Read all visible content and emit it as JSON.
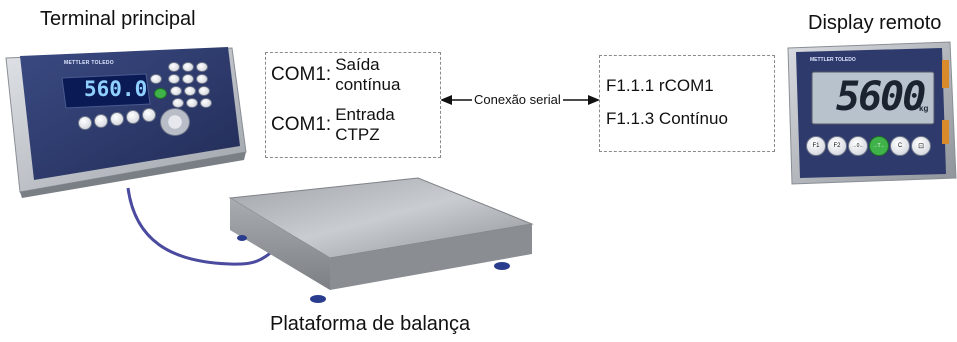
{
  "captions": {
    "terminal": "Terminal principal",
    "remote": "Display remoto",
    "platform": "Plataforma de balança"
  },
  "terminal_box": {
    "row1_com": "COM1:",
    "row1_value_line1": "Saída",
    "row1_value_line2": "contínua",
    "row2_com": "COM1:",
    "row2_value_line1": "Entrada",
    "row2_value_line2": "CTPZ"
  },
  "remote_box": {
    "line1": "F1.1.1 rCOM1",
    "line2": "F1.1.3 Contínuo"
  },
  "connection": {
    "label": "Conexão serial"
  },
  "terminal_device": {
    "brand": "METTLER TOLEDO",
    "display_value": "560.0"
  },
  "remote_device": {
    "brand": "METTLER TOLEDO",
    "display_value": "5600",
    "unit": "kg",
    "buttons": [
      "F1",
      "F2",
      "→0←",
      "→T←",
      "C",
      "⊡"
    ]
  },
  "colors": {
    "terminal_face": "#2b3766",
    "display_screen": "#0a1a55",
    "display_text": "#8fd0ff",
    "remote_face": "#2d3a6b",
    "remote_lcd": "#b7c2cc",
    "steel": "#b9bcc0",
    "cable": "#4a4a9e",
    "feet": "#2a3c8e",
    "green_key": "#3fb24a"
  }
}
